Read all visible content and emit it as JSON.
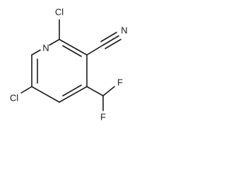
{
  "molecule": {
    "atoms": {
      "cl_top": "Cl",
      "cl_bottom": "Cl",
      "n_ring": "N",
      "n_nitrile": "N",
      "f_top": "F",
      "f_bottom": "F"
    },
    "colors": {
      "bond": "#1a1a1a",
      "text": "#1a1a1a",
      "background": "#ffffff"
    }
  }
}
